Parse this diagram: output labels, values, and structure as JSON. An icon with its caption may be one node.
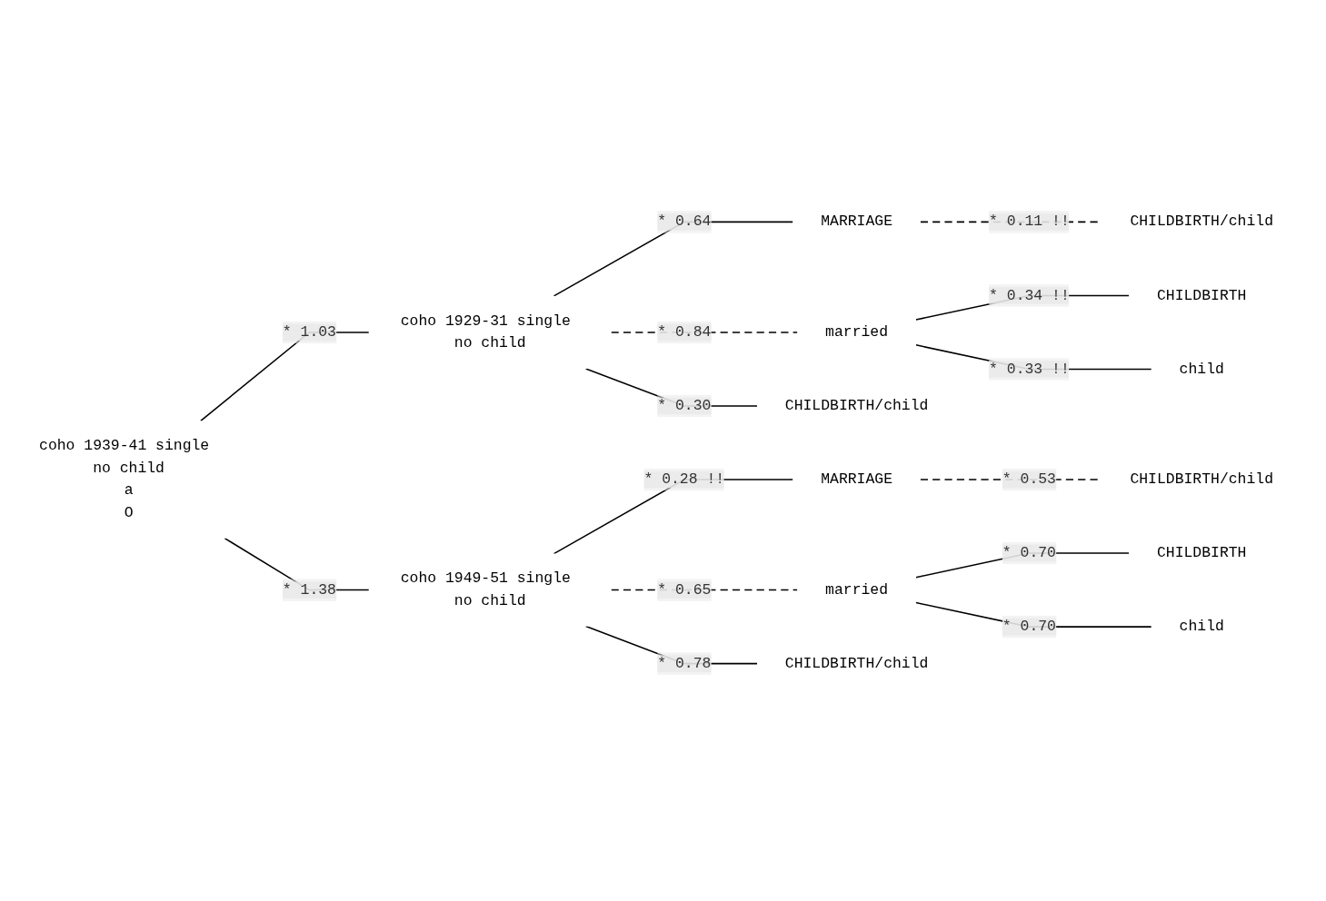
{
  "diagram": {
    "nodes": [
      {
        "text": [
          "coho 1939-41 single no child",
          "a",
          "O"
        ]
      },
      {
        "text": [
          "coho 1929-31 single no child"
        ]
      },
      {
        "text": [
          "MARRIAGE"
        ]
      },
      {
        "text": [
          "CHILDBIRTH/child"
        ]
      },
      {
        "text": [
          "married"
        ]
      },
      {
        "text": [
          "CHILDBIRTH"
        ]
      },
      {
        "text": [
          "child"
        ]
      },
      {
        "text": [
          "CHILDBIRTH/child"
        ]
      },
      {
        "text": [
          "coho 1949-51 single no child"
        ]
      },
      {
        "text": [
          "MARRIAGE"
        ]
      },
      {
        "text": [
          "CHILDBIRTH/child"
        ]
      },
      {
        "text": [
          "married"
        ]
      },
      {
        "text": [
          "CHILDBIRTH"
        ]
      },
      {
        "text": [
          "child"
        ]
      },
      {
        "text": [
          "CHILDBIRTH/child"
        ]
      }
    ],
    "edges": [
      {
        "from": 0,
        "to": 1,
        "arrow": "none",
        "label": "* 1.03"
      },
      {
        "from": 1,
        "to": 2,
        "arrow": "none",
        "label": "* 0.64"
      },
      {
        "from": 2,
        "to": 3,
        "arrow": "none",
        "label": "* 0.11 !!",
        "style": "dashed"
      },
      {
        "from": 1,
        "to": 4,
        "arrow": "none",
        "label": "* 0.84",
        "style": "dashed"
      },
      {
        "from": 4,
        "to": 5,
        "arrow": "none",
        "label": "* 0.34 !!"
      },
      {
        "from": 4,
        "to": 6,
        "arrow": "none",
        "label": "* 0.33 !!"
      },
      {
        "from": 1,
        "to": 7,
        "arrow": "none",
        "label": "* 0.30"
      },
      {
        "from": 0,
        "to": 8,
        "arrow": "none",
        "label": "* 1.38"
      },
      {
        "from": 8,
        "to": 9,
        "arrow": "none",
        "label": "* 0.28 !!"
      },
      {
        "from": 9,
        "to": 10,
        "arrow": "none",
        "label": "* 0.53",
        "style": "dashed"
      },
      {
        "from": 8,
        "to": 11,
        "arrow": "none",
        "label": "* 0.65",
        "style": "dashed"
      },
      {
        "from": 11,
        "to": 12,
        "arrow": "none",
        "label": "* 0.70"
      },
      {
        "from": 11,
        "to": 13,
        "arrow": "none",
        "label": "* 0.70"
      },
      {
        "from": 8,
        "to": 14,
        "arrow": "none",
        "label": "* 0.78"
      }
    ]
  }
}
